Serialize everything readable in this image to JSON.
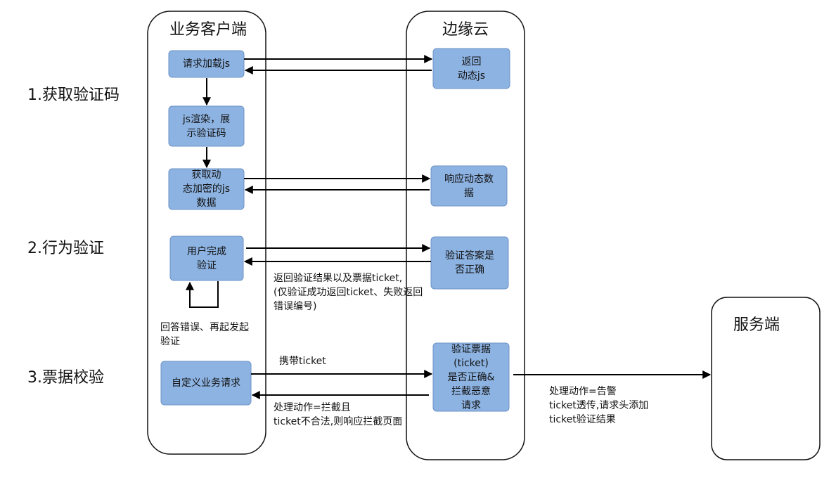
{
  "lanes": {
    "client": "业务客户端",
    "edge": "边缘云",
    "server": "服务端"
  },
  "phases": {
    "p1": "1.获取验证码",
    "p2": "2.行为验证",
    "p3": "3.票据校验"
  },
  "boxes": {
    "req_js": "请求加载js",
    "render_js": "js渲染，展\n示验证码",
    "get_dyn": "获取动\n态加密的js\n数据",
    "user_done": "用户完成\n验证",
    "custom_req": "自定义业务请求",
    "ret_js": "返回\n动态js",
    "resp_dyn": "响应动态数\n据",
    "verify_ans": "验证答案是\n否正确",
    "verify_ticket": "验证票据\n(ticket)\n是否正确&\n拦截恶意\n请求"
  },
  "notes": {
    "return_result": "返回验证结果以及票据ticket,\n(仅验证成功返回ticket、失败返回\n错误编号)",
    "retry": "回答错误、再起发起\n验证",
    "carry_ticket": "携带ticket",
    "intercept": "处理动作=拦截且\nticket不合法,则响应拦截页面",
    "alert": "处理动作=告警\nticket透传,请求头添加\nticket验证结果"
  },
  "colors": {
    "box_fill": "#8db3e2",
    "box_stroke": "#6d93c6",
    "line": "#000000"
  }
}
